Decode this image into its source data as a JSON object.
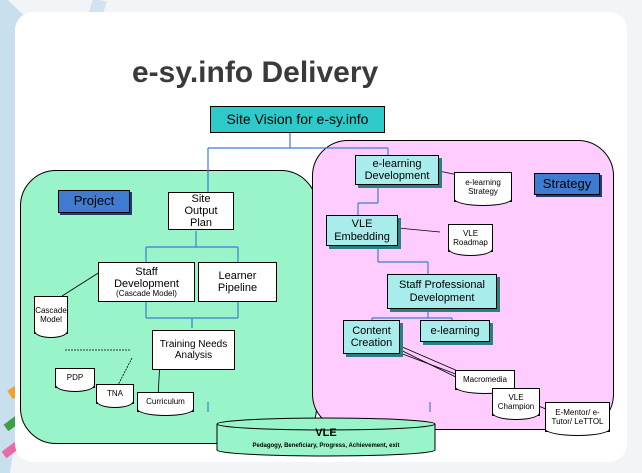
{
  "title": "e-sy.info Delivery",
  "colors": {
    "project_region": "#99f5c9",
    "strategy_region": "#ffccff",
    "header_box": "#2ec9c9",
    "label_box": "#3f7bd0",
    "node_fill": "#a8ecec",
    "connector": "#3f7bd0"
  },
  "nodes": {
    "site_vision": "Site Vision for e-sy.info",
    "project": "Project",
    "strategy": "Strategy",
    "site_output_plan": "Site Output Plan",
    "staff_development": "Staff Development",
    "staff_development_sub": "(Cascade Model)",
    "learner_pipeline": "Learner Pipeline",
    "training_needs_analysis": "Training Needs Analysis",
    "elearning_development": "e-learning Development",
    "vle_embedding": "VLE Embedding",
    "staff_professional_development": "Staff Professional Development",
    "content_creation": "Content Creation",
    "elearning": "e-learning",
    "vle": "VLE",
    "vle_sub": "Pedagogy, Beneficiary, Progress, Achievement, exit"
  },
  "documents": {
    "cascade_model": "Cascade Model",
    "pdp": "PDP",
    "tna": "TNA",
    "curriculum": "Curriculum",
    "elearning_strategy": "e-learning Strategy",
    "vle_roadmap": "VLE Roadmap",
    "macromedia": "Macromedia",
    "vle_champion": "VLE Champion",
    "emntor": "E-Mentor/ e-Tutor/ LeTTOL"
  }
}
